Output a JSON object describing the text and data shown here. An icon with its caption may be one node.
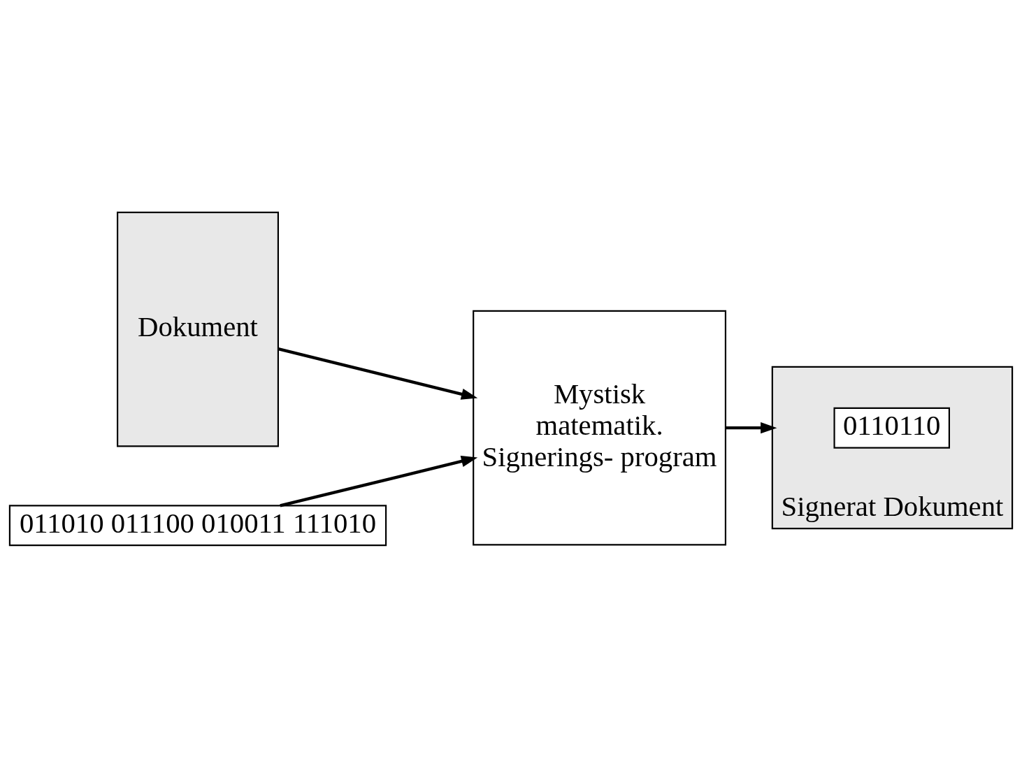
{
  "diagram": {
    "nodes": [
      {
        "text": [
          "Dokument"
        ]
      },
      {
        "text": [
          "011010 011100 010011 111010"
        ]
      },
      {
        "text": [
          "Mystisk",
          "matematik.",
          "Signerings- program"
        ]
      },
      {
        "text": [
          "Signerat Dokument"
        ]
      },
      {
        "text": [
          "0110110"
        ],
        "in": 3
      }
    ],
    "edges": [
      {
        "from": 0,
        "to": 2,
        "arrow": "to"
      },
      {
        "from": 1,
        "to": 2,
        "arrow": "to"
      },
      {
        "from": 2,
        "to": 3,
        "arrow": "to"
      }
    ]
  }
}
